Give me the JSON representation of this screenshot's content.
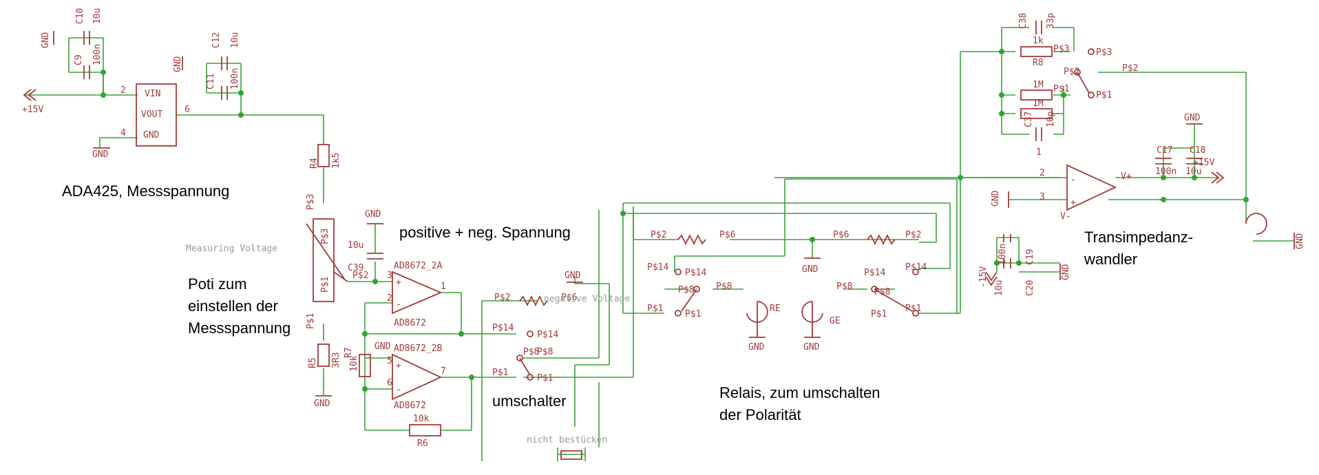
{
  "annotations": {
    "ada425": "ADA425, Messspannung",
    "poti_1": "Poti zum",
    "poti_2": "einstellen der",
    "poti_3": "Messspannung",
    "posneg": "positive + neg. Spannung",
    "umschalter": "umschalter",
    "relais_1": "Relais, zum umschalten",
    "relais_2": "der Polarität",
    "transimp_1": "Transimpedanz-",
    "transimp_2": "wandler"
  },
  "labels": {
    "gnd": "GND",
    "p15v": "+15V",
    "m15v": "-15V",
    "c10": "C10",
    "c10v": "10u",
    "c9": "C9",
    "c9v": "100n",
    "c12": "C12",
    "c12v": "10u",
    "c11": "C11",
    "c11v": "100n",
    "vin": "VIN",
    "vout": "VOUT",
    "gndpin": "GND",
    "pin2": "2",
    "pin4": "4",
    "pin6": "6",
    "r4": "R4",
    "r4v": "1k5",
    "ps3": "P$3",
    "ps2": "P$2",
    "ps1": "P$1",
    "measuring": "Measuring Voltage",
    "r5": "R5",
    "r5v": "3R3",
    "c39": "C39",
    "c39v": "10u",
    "ad2a": "AD8672_2A",
    "ad2b": "AD8672_2B",
    "ad8672": "AD8672",
    "r7": "R7",
    "r7v": "10k",
    "r6": "R6",
    "r6v": "10k",
    "pin3": "3",
    "pin1": "1",
    "pin5": "5",
    "pin7": "7",
    "negvolt": "negative Voltage",
    "ps14": "P$14",
    "ps8": "P$8",
    "ps6": "P$6",
    "nicht": "nicht bestücken",
    "re": "RE",
    "ge": "GE",
    "c38": "C38",
    "c38v": "33p",
    "r8": "R8",
    "r8v": "1k",
    "r1m": "1M",
    "c37": "C37",
    "c37v": "10p",
    "one": "1",
    "c17": "C17",
    "c18": "C18",
    "c17v": "100n",
    "c18v": "10u",
    "c19": "C19",
    "c20": "C20",
    "c19v": "100n",
    "c20v": "10u",
    "vplus": "V+",
    "vminus": "V-",
    "minus": "-",
    "plus": "+",
    "opin2": "2",
    "opin3": "3"
  },
  "colors": {
    "wire": "#3aa13a",
    "part": "#a33a3a",
    "junction": "#2ea52e",
    "text": "#000000"
  }
}
